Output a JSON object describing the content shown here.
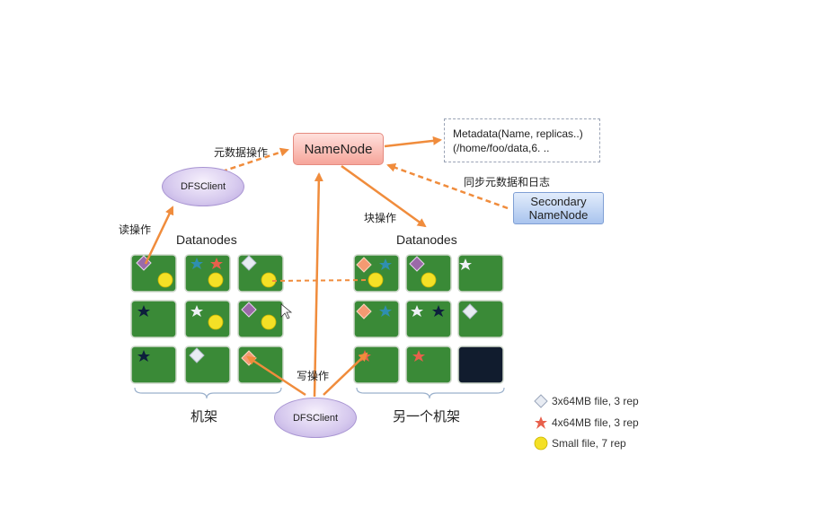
{
  "namenode": {
    "label": "NameNode"
  },
  "metadata": {
    "line1": "Metadata(Name, replicas..)",
    "line2": "(/home/foo/data,6. .."
  },
  "secondary_namenode": {
    "line1": "Secondary",
    "line2": "NameNode"
  },
  "clients": {
    "top_label": "DFSClient",
    "bottom_label": "DFSClient"
  },
  "edge_labels": {
    "metadata_op": "元数据操作",
    "read_op": "读操作",
    "write_op": "写操作",
    "block_op": "块操作",
    "sync_metadata_log": "同步元数据和日志"
  },
  "racks": [
    {
      "title": "Datanodes",
      "caption": "机架"
    },
    {
      "title": "Datanodes",
      "caption": "另一个机架"
    }
  ],
  "legend": [
    {
      "symbol": "diamond-icon",
      "text": "3x64MB file, 3 rep"
    },
    {
      "symbol": "star-icon",
      "text": "4x64MB file, 3 rep"
    },
    {
      "symbol": "circle-icon",
      "text": "Small file,  7 rep"
    }
  ],
  "colors": {
    "datanode_fill": "#3a8a37",
    "datanode_border": "#cfd8cc",
    "dead_node_fill": "#111c2e",
    "arrow": "#f08c3c",
    "diamond_purple": "#9b6aa8",
    "diamond_salmon": "#f49a72",
    "diamond_white": "#e8ecf3",
    "star_teal": "#2f8fb0",
    "star_red": "#e8604c",
    "star_navy": "#0d1f3c",
    "star_white": "#eef1f6",
    "circle_yellow": "#f4e026"
  }
}
